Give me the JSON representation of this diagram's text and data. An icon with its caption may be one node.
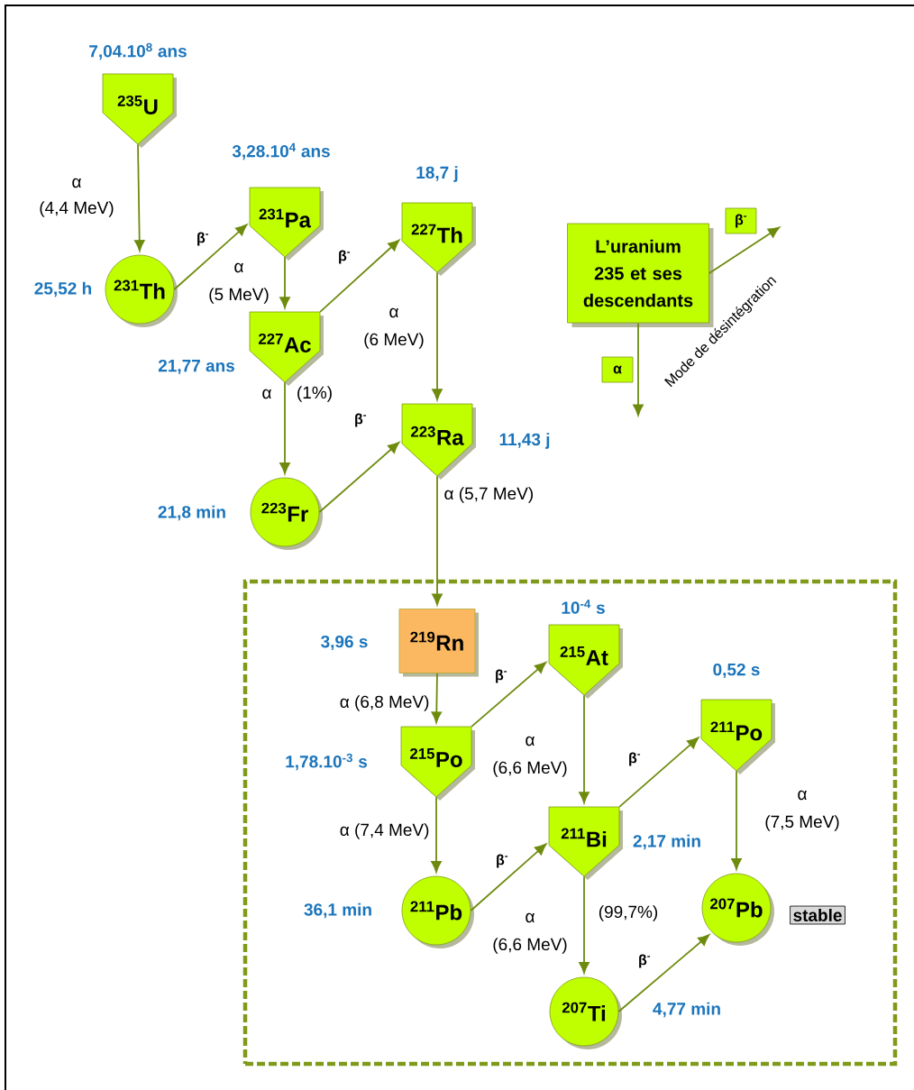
{
  "diagram": {
    "nodes": [
      {
        "text": [
          "$^{235}$U"
        ],
        "beside": [
          "7,04.10$^{8}$ ans"
        ]
      },
      {
        "text": [
          "$^{231}$Th"
        ],
        "beside": [
          "25,52 h"
        ]
      },
      {
        "text": [
          "$^{231}$Pa"
        ],
        "beside": [
          "3,28.10$^{4}$ ans"
        ]
      },
      {
        "text": [
          "$^{227}$Ac"
        ],
        "beside": [
          "21,77 ans"
        ]
      },
      {
        "text": [
          "$^{227}$Th"
        ],
        "beside": [
          "18,7 j"
        ]
      },
      {
        "text": [
          "$^{223}$Ra"
        ],
        "beside": [
          "11,43 j"
        ]
      },
      {
        "text": [
          "$^{223}$Fr"
        ],
        "beside": [
          "21,8 min"
        ]
      },
      {
        "text": [
          "L’uranium 235 et ses descendants"
        ]
      },
      {
        "text": [],
        "shape": "box"
      },
      {
        "text": [
          "$^{219}$Rn"
        ],
        "beside": [
          "3,96 s"
        ],
        "in": 8
      },
      {
        "text": [
          "$^{215}$Po"
        ],
        "beside": [
          "1,78.10$^{-3}$ s"
        ],
        "in": 8
      },
      {
        "text": [
          "$^{215}$At"
        ],
        "beside": [
          "10$^{-4}$ s"
        ],
        "in": 8
      },
      {
        "text": [
          "$^{211}$Po"
        ],
        "beside": [
          "0,52 s"
        ],
        "in": 8
      },
      {
        "text": [
          "$^{211}$Bi"
        ],
        "beside": [
          "2,17 min"
        ],
        "in": 8
      },
      {
        "text": [
          "$^{211}$Pb"
        ],
        "beside": [
          "36,1 min"
        ],
        "in": 8
      },
      {
        "text": [
          "$^{207}$Pb"
        ],
        "in": 8
      },
      {
        "text": [
          "stable"
        ],
        "in": 8
      },
      {
        "text": [
          "$^{207}$Ti"
        ],
        "beside": [
          "4,77 min"
        ],
        "in": 8
      }
    ],
    "edges": [
      {
        "from": 0,
        "to": 1,
        "arrow": "to",
        "label": "α"
      },
      {
        "from": 1,
        "to": 2,
        "arrow": "to",
        "label": "β$^{-}$"
      },
      {
        "from": 2,
        "to": 3,
        "arrow": "to",
        "label": "α"
      },
      {
        "from": 3,
        "to": 4,
        "arrow": "to",
        "label": "β$^{-}$"
      },
      {
        "from": 4,
        "to": 5,
        "arrow": "to",
        "label": "α"
      },
      {
        "from": 3,
        "to": 6,
        "arrow": "to",
        "label": "α"
      },
      {
        "from": 6,
        "to": 5,
        "arrow": "to",
        "label": "β$^{-}$"
      },
      {
        "from": 5,
        "to": 9,
        "arrow": "to",
        "label": "α (5,7 MeV)"
      },
      {
        "from": 9,
        "to": 10,
        "arrow": "to",
        "label": "α (6,8 MeV)"
      },
      {
        "from": 10,
        "to": 11,
        "arrow": "to",
        "label": "β$^{-}$"
      },
      {
        "from": 11,
        "to": 13,
        "arrow": "to",
        "label": "α"
      },
      {
        "from": 10,
        "to": 14,
        "arrow": "to",
        "label": "α (7,4 MeV)"
      },
      {
        "from": 14,
        "to": 13,
        "arrow": "to",
        "label": "β$^{-}$"
      },
      {
        "from": 13,
        "to": 12,
        "arrow": "to",
        "label": "β$^{-}$"
      },
      {
        "from": 12,
        "to": 15,
        "arrow": "to",
        "label": "α"
      },
      {
        "from": 13,
        "to": 17,
        "arrow": "to",
        "label": "α"
      },
      {
        "from": 17,
        "to": 15,
        "arrow": "to",
        "label": "β$^{-}$"
      },
      {
        "from": 7,
        "to": null,
        "arrow": "to",
        "label": "β$^{-}$"
      },
      {
        "from": 7,
        "to": null,
        "arrow": "to",
        "label": "α"
      }
    ],
    "labels": [
      "(4,4 MeV)",
      "(5 MeV)",
      "(6 MeV)",
      "Mode de désintégration",
      "(1%)",
      "(6,6 MeV)",
      "(7,5 MeV)",
      "(99,7%)",
      "(6,6 MeV)"
    ]
  }
}
